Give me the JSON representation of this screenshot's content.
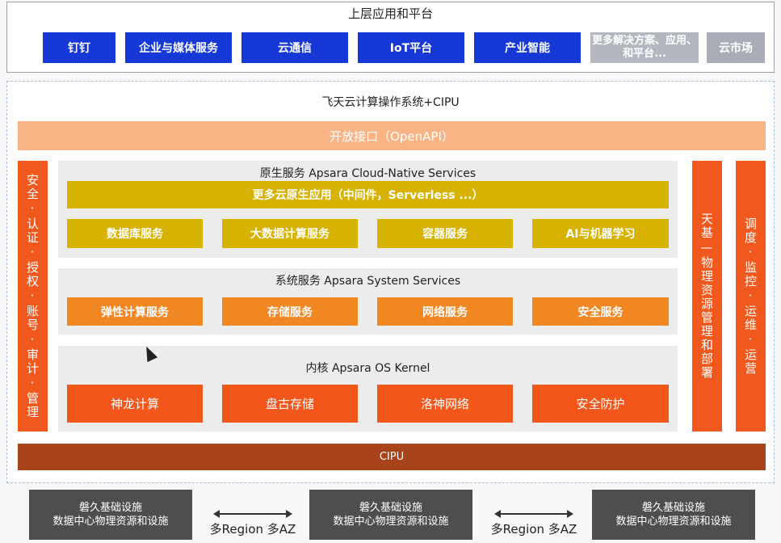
{
  "top": {
    "title": "上层应用和平台",
    "buttons": [
      "钉钉",
      "企业与媒体服务",
      "云通信",
      "IoT平台",
      "产业智能",
      "更多解决方案、应用、和平台...",
      "云市场"
    ]
  },
  "os": {
    "title": "飞天云计算操作系统+CIPU",
    "openapi": "开放接口（OpenAPI）",
    "left_bar": "安全·认证·授权·账号·审计·管理",
    "right_bar_1": "天基—物理资源管理和部署",
    "right_bar_2": "调度·监控·运维·运营",
    "native": {
      "title": "原生服务 Apsara Cloud-Native Services",
      "more": "更多云原生应用（中间件，Serverless ...）",
      "items": [
        "数据库服务",
        "大数据计算服务",
        "容器服务",
        "AI与机器学习"
      ]
    },
    "system": {
      "title": "系统服务 Apsara System Services",
      "items": [
        "弹性计算服务",
        "存储服务",
        "网络服务",
        "安全服务"
      ]
    },
    "kernel": {
      "title": "内核 Apsara OS Kernel",
      "items": [
        "神龙计算",
        "盘古存储",
        "洛神网络",
        "安全防护"
      ]
    },
    "cipu": "CIPU"
  },
  "infra": {
    "line1": "磐久基础设施",
    "line2": "数据中心物理资源和设施",
    "link_label": "多Region 多AZ"
  }
}
